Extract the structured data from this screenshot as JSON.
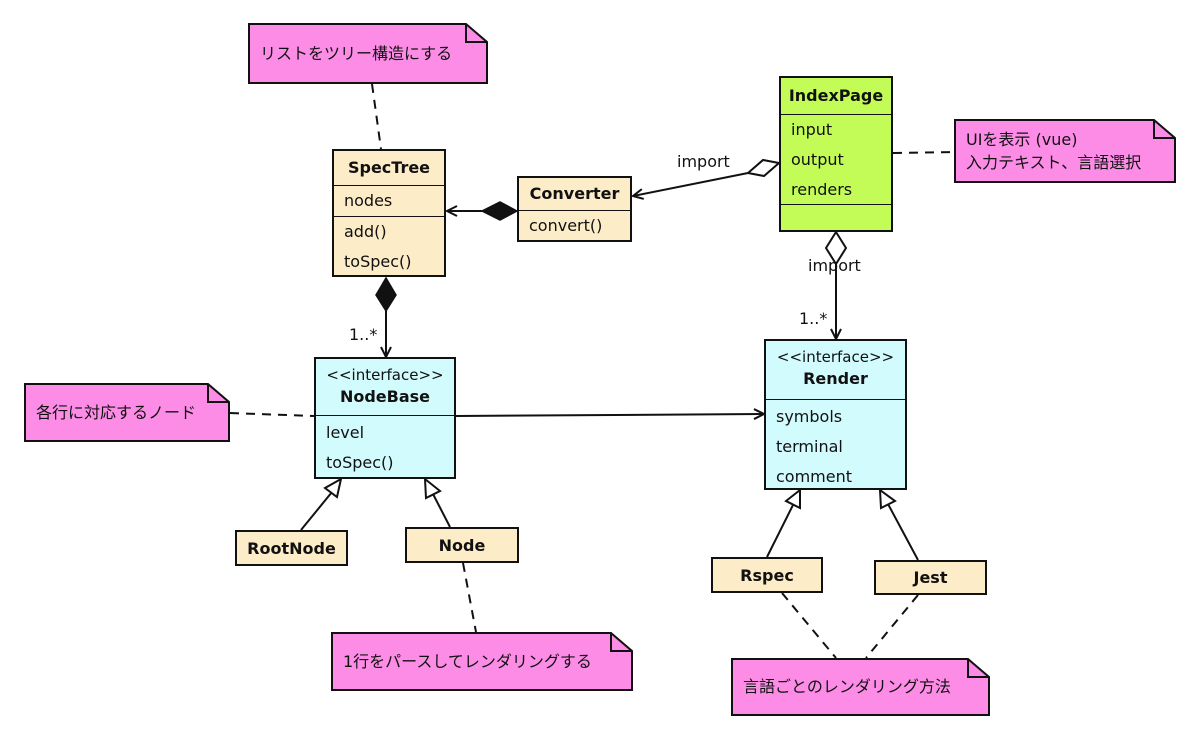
{
  "classes": {
    "spectree": {
      "name": "SpecTree",
      "attributes": [
        "nodes"
      ],
      "methods": [
        "add()",
        "toSpec()"
      ]
    },
    "converter": {
      "name": "Converter",
      "methods": [
        "convert()"
      ]
    },
    "indexpage": {
      "name": "IndexPage",
      "attributes": [
        "input",
        "output",
        "renders"
      ]
    },
    "nodebase": {
      "stereotype": "<<interface>>",
      "name": "NodeBase",
      "methods": [
        "level",
        "toSpec()"
      ]
    },
    "render": {
      "stereotype": "<<interface>>",
      "name": "Render",
      "attributes": [
        "symbols",
        "terminal",
        "comment"
      ]
    },
    "rootnode": {
      "name": "RootNode"
    },
    "node": {
      "name": "Node"
    },
    "rspec": {
      "name": "Rspec"
    },
    "jest": {
      "name": "Jest"
    }
  },
  "notes": {
    "spectree_note": "リストをツリー構造にする",
    "indexpage_note_line1": "UIを表示 (vue)",
    "indexpage_note_line2": "入力テキスト、言語選択",
    "nodebase_note": "各行に対応するノード",
    "node_note": "1行をパースしてレンダリングする",
    "render_note": "言語ごとのレンダリング方法"
  },
  "labels": {
    "import_converter": "import",
    "import_render": "import",
    "mult_nodebase": "1..*",
    "mult_render": "1..*"
  },
  "colors": {
    "class_fill": "#fdecc8",
    "interface_fill": "#d2fbfd",
    "page_fill": "#c4fc57",
    "note_fill": "#fc8ce6"
  }
}
